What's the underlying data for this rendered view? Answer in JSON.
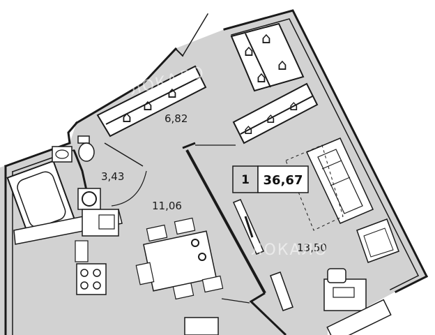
{
  "plan": {
    "room_count": "1",
    "total_area": "36,67",
    "rooms": {
      "hallway": "6,82",
      "bathroom": "3,43",
      "kitchen": "11,06",
      "living_room": "13,50"
    },
    "watermark": "ЛОКАЛО"
  },
  "colors": {
    "floor": "#d2d2d2",
    "wall": "#1a1a1a",
    "furniture": "#ffffff"
  }
}
